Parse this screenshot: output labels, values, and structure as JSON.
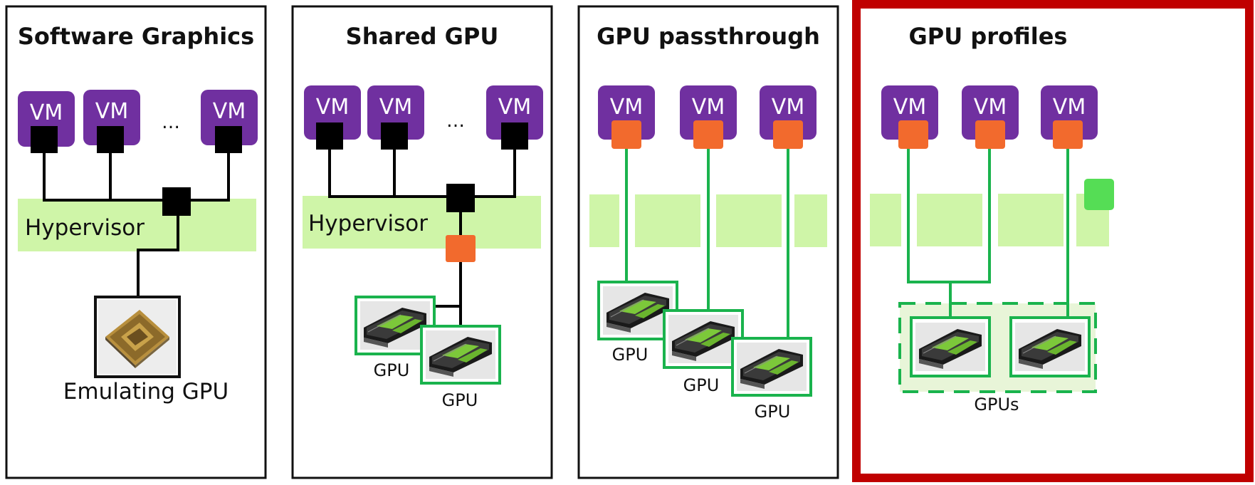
{
  "panels": [
    {
      "title": "Software Graphics",
      "vm_label": "VM",
      "ellipsis": "…",
      "layer_label": "Hypervisor",
      "device_label": "Emulating GPU"
    },
    {
      "title": "Shared GPU",
      "vm_label": "VM",
      "ellipsis": "…",
      "layer_label": "Hypervisor",
      "gpu_labels": [
        "GPU",
        "GPU"
      ]
    },
    {
      "title": "GPU passthrough",
      "vm_label": "VM",
      "gpu_labels": [
        "GPU",
        "GPU",
        "GPU"
      ]
    },
    {
      "title": "GPU profiles",
      "vm_label": "VM",
      "group_label": "GPUs",
      "highlighted": true
    }
  ],
  "colors": {
    "vm": "#7030a0",
    "hypervisor": "#cff5a8",
    "connector": "#000000",
    "vgpu": "#f26a2d",
    "link": "#1ab34d",
    "highlight_border": "#c00000",
    "group_fill": "#e8f5d8",
    "green_chip": "#55dd55"
  },
  "icons": {
    "vm": "vm-box-icon",
    "cpu": "cpu-chip-icon",
    "gpu": "gpu-card-icon"
  }
}
